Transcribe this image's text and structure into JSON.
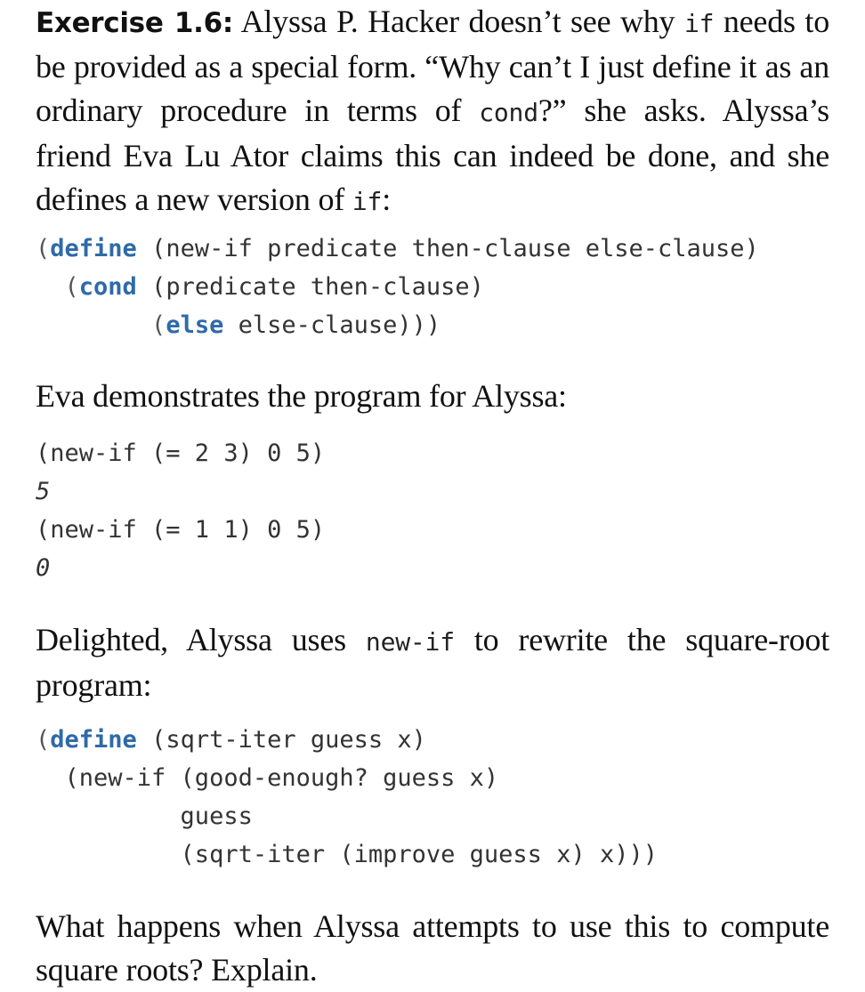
{
  "exercise": {
    "heading": "Exercise 1.6:",
    "intro": {
      "t1": " Alyssa P. Hacker doesn’t see why ",
      "c1": "if",
      "t2": " needs to be provided as a special form. “Why can’t I just define it as an ordinary procedure in terms of ",
      "c2": "cond",
      "t3": "?” she asks. Alyssa’s friend Eva Lu Ator claims this can indeed be done, and she defines a new version of ",
      "c3": "if",
      "t4": ":"
    },
    "code_new_if": {
      "line1": {
        "open": "(",
        "kw": "define",
        "rest": " (new-if predicate then-clause else-clause)"
      },
      "line2": {
        "indent": "  ",
        "open": "(",
        "kw": "cond",
        "rest": " (predicate then-clause)"
      },
      "line3": {
        "indent": "        ",
        "open": "(",
        "kw": "else",
        "rest": " else-clause)))"
      }
    },
    "demo_text": "Eva demonstrates the program for Alyssa:",
    "demo": {
      "expr1": "(new-if (= 2 3) 0 5)",
      "out1": "5",
      "expr2": "(new-if (= 1 1) 0 5)",
      "out2": "0"
    },
    "rewrite": {
      "t1": "Delighted, Alyssa uses ",
      "c1": "new-if",
      "t2": " to rewrite the square-root program:"
    },
    "code_sqrt": {
      "line1": {
        "open": "(",
        "kw": "define",
        "rest": " (sqrt-iter guess x)"
      },
      "line2": "  (new-if (good-enough? guess x)",
      "line3": "          guess",
      "line4": "          (sqrt-iter (improve guess x) x)))"
    },
    "question": "What happens when Alyssa attempts to use this to compute square roots? Explain."
  }
}
